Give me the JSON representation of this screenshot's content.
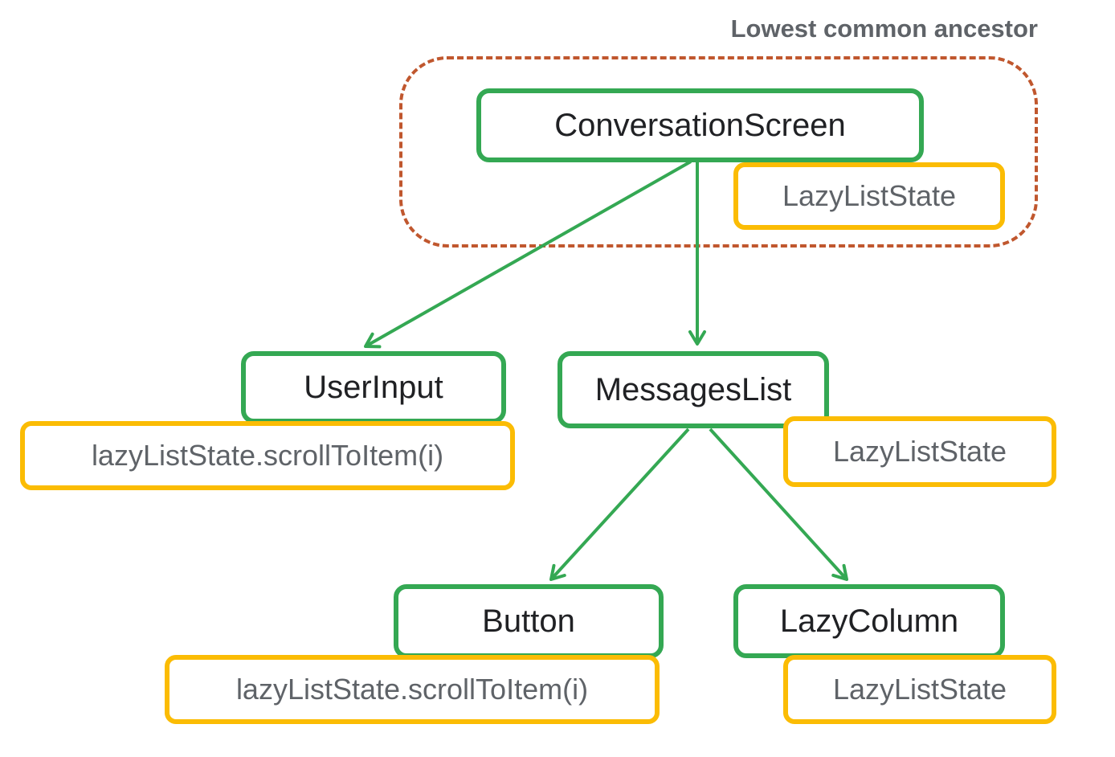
{
  "diagram": {
    "annotation_label": "Lowest common ancestor",
    "nodes": {
      "conversation_screen": {
        "label": "ConversationScreen"
      },
      "user_input": {
        "label": "UserInput"
      },
      "messages_list": {
        "label": "MessagesList"
      },
      "button": {
        "label": "Button"
      },
      "lazy_column": {
        "label": "LazyColumn"
      }
    },
    "states": {
      "conversation_screen_state": "LazyListState",
      "user_input_call": "lazyListState.scrollToItem(i)",
      "messages_list_state": "LazyListState",
      "button_call": "lazyListState.scrollToItem(i)",
      "lazy_column_state": "LazyListState"
    },
    "edges": [
      {
        "from": "ConversationScreen",
        "to": "UserInput"
      },
      {
        "from": "ConversationScreen",
        "to": "MessagesList"
      },
      {
        "from": "MessagesList",
        "to": "Button"
      },
      {
        "from": "MessagesList",
        "to": "LazyColumn"
      }
    ],
    "colors": {
      "composable_border": "#34a853",
      "state_border": "#fbbc04",
      "ancestor_outline": "#c0572e",
      "arrow": "#34a853",
      "node_text": "#202124",
      "state_text": "#5f6368",
      "annotation_text": "#5f6368"
    }
  }
}
